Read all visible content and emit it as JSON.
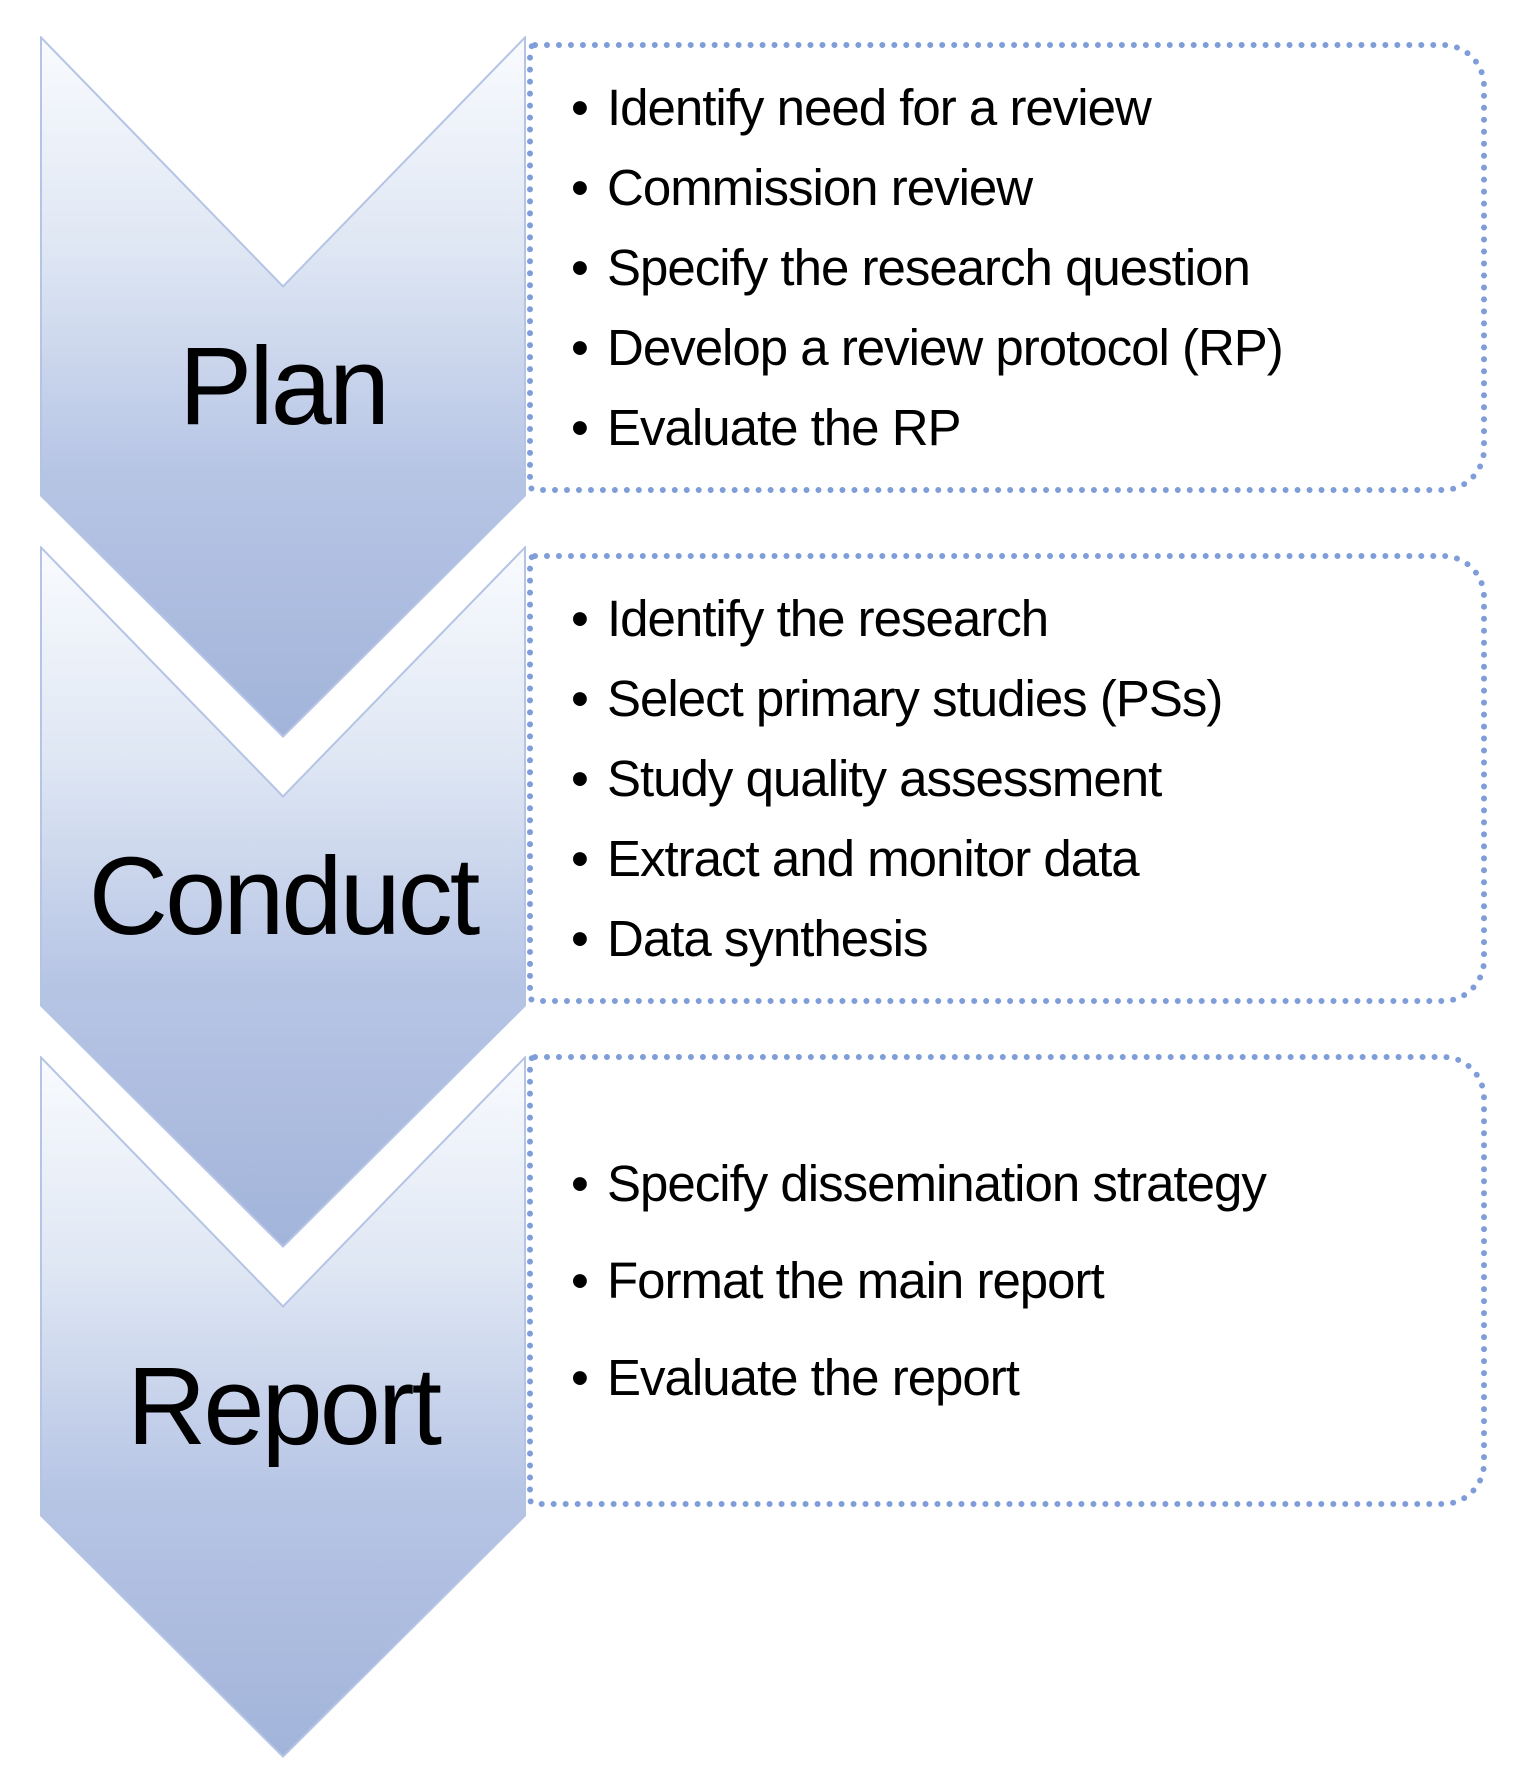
{
  "phases": [
    {
      "label": "Plan",
      "items": [
        "Identify need for a review",
        "Commission review",
        "Specify the research question",
        "Develop a review protocol (RP)",
        "Evaluate the RP"
      ]
    },
    {
      "label": "Conduct",
      "items": [
        "Identify the research",
        "Select primary studies (PSs)",
        "Study quality assessment",
        "Extract and monitor data",
        "Data synthesis"
      ]
    },
    {
      "label": "Report",
      "items": [
        "Specify dissemination strategy",
        "Format the main report",
        "Evaluate the report"
      ]
    }
  ],
  "icons": {
    "bullet": "•"
  },
  "colors": {
    "dotted_border": "#7f9dd8",
    "chevron_outline": "#b5c4e5",
    "chevron_grad_1": "#f9fbfe",
    "chevron_grad_2": "#dfe7f4",
    "chevron_grad_3": "#b7c5e5",
    "chevron_grad_4": "#a2b4da",
    "text": "#000000",
    "background": "#ffffff"
  }
}
